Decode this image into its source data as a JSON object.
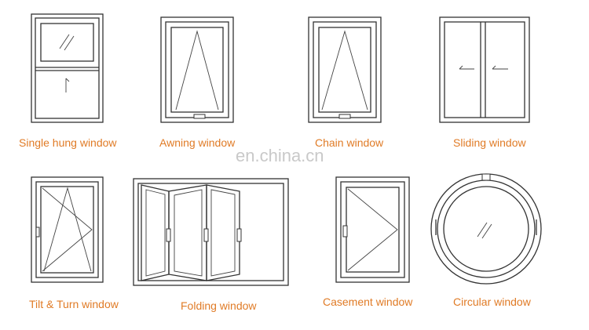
{
  "watermark": "en.china.cn",
  "label_color": "#e07b26",
  "windows": [
    {
      "type": "single-hung",
      "label": "Single hung window"
    },
    {
      "type": "awning",
      "label": "Awning window"
    },
    {
      "type": "chain",
      "label": "Chain window"
    },
    {
      "type": "sliding",
      "label": "Sliding window"
    },
    {
      "type": "tilt-turn",
      "label": "Tilt & Turn window"
    },
    {
      "type": "folding",
      "label": "Folding window"
    },
    {
      "type": "casement",
      "label": "Casement window"
    },
    {
      "type": "circular",
      "label": "Circular window"
    }
  ]
}
